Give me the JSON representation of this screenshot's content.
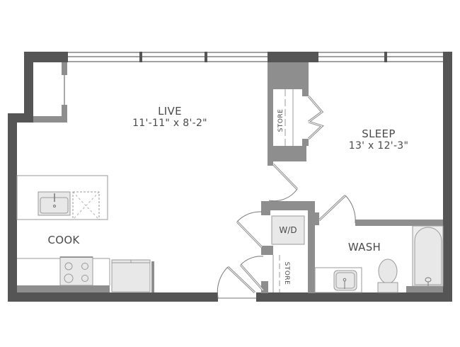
{
  "floorplan": {
    "rooms": [
      {
        "id": "live",
        "name": "LIVE",
        "dimensions": "11'-11\" x 8'-2\""
      },
      {
        "id": "sleep",
        "name": "SLEEP",
        "dimensions": "13' x 12'-3\""
      },
      {
        "id": "cook",
        "name": "COOK"
      },
      {
        "id": "wash",
        "name": "WASH"
      }
    ],
    "closets": [
      {
        "id": "store-sleep",
        "label": "STORE"
      },
      {
        "id": "store-hall",
        "label": "STORE"
      }
    ],
    "appliances": {
      "washer_dryer": "W/D"
    },
    "colors": {
      "exterior_wall": "#555555",
      "interior_wall": "#8e8e8e",
      "fixture_fill": "#e8e8e8",
      "fixture_stroke": "#9a9a9a",
      "text": "#4a4a4a"
    }
  }
}
